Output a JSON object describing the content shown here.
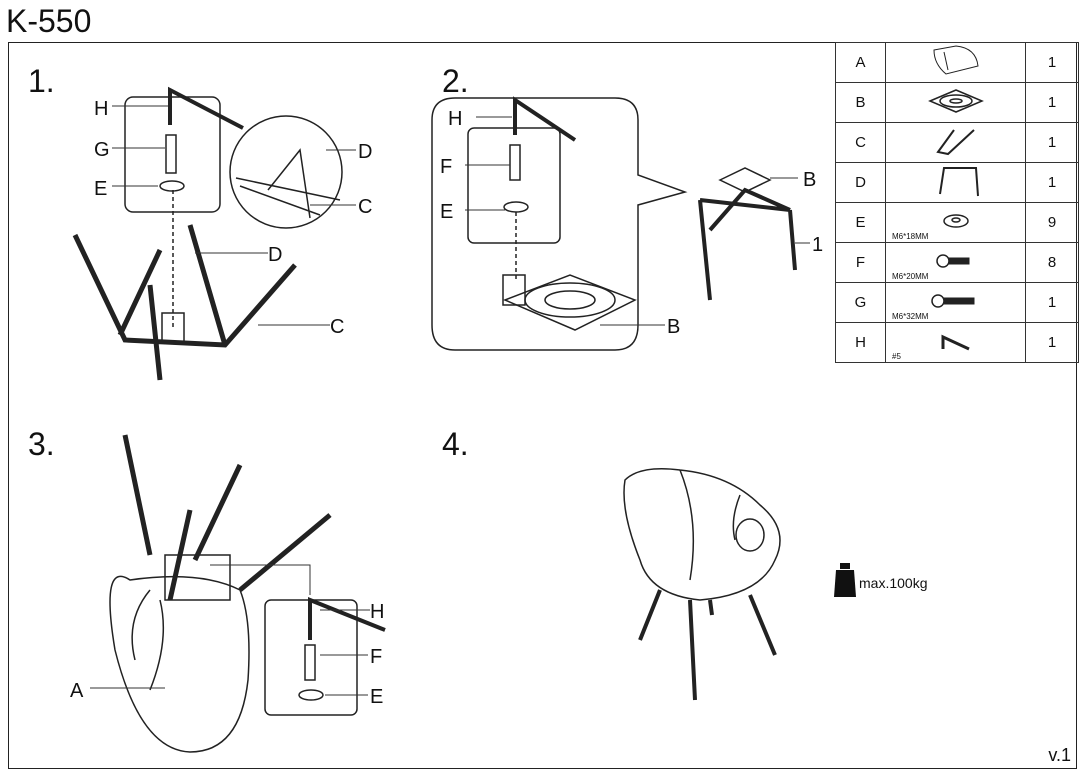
{
  "title": "K-550",
  "version": "v.1",
  "steps": [
    {
      "number": "1.",
      "labels": {
        "H": "H",
        "G": "G",
        "E": "E",
        "D1": "D",
        "C1": "C",
        "D2": "D",
        "C2": "C"
      }
    },
    {
      "number": "2.",
      "labels": {
        "H": "H",
        "F": "F",
        "E": "E",
        "B1": "B",
        "one": "1",
        "B2": "B"
      }
    },
    {
      "number": "3.",
      "labels": {
        "H": "H",
        "F": "F",
        "E": "E",
        "A": "A"
      }
    },
    {
      "number": "4.",
      "max_load": "max.100kg"
    }
  ],
  "parts": [
    {
      "id": "A",
      "icon": "chair-seat-icon",
      "spec": "",
      "qty": "1"
    },
    {
      "id": "B",
      "icon": "swivel-plate-icon",
      "spec": "",
      "qty": "1"
    },
    {
      "id": "C",
      "icon": "leg-frame-c-icon",
      "spec": "",
      "qty": "1"
    },
    {
      "id": "D",
      "icon": "leg-frame-d-icon",
      "spec": "",
      "qty": "1"
    },
    {
      "id": "E",
      "icon": "washer-icon",
      "spec": "M6*18MM",
      "qty": "9"
    },
    {
      "id": "F",
      "icon": "bolt-icon",
      "spec": "M6*20MM",
      "qty": "8"
    },
    {
      "id": "G",
      "icon": "bolt-long-icon",
      "spec": "M6*32MM",
      "qty": "1"
    },
    {
      "id": "H",
      "icon": "allen-key-icon",
      "spec": "#5",
      "qty": "1"
    }
  ]
}
